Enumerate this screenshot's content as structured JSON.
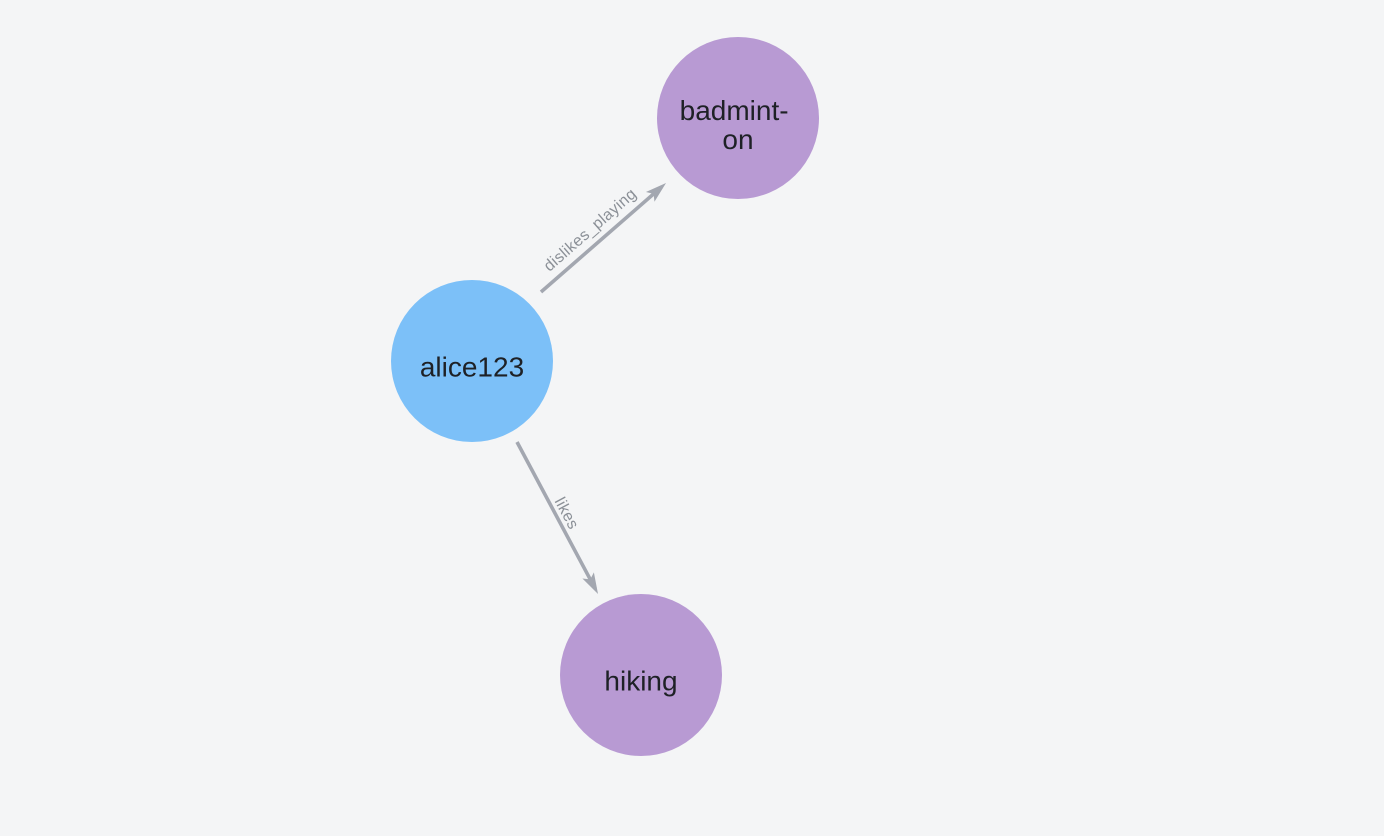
{
  "canvas": {
    "background": "#f4f5f6"
  },
  "graph": {
    "style": {
      "edge_color": "#a3a7b0",
      "edge_caption_color": "#8b9097",
      "node_caption_color": "#1e2126",
      "person_node_color": "#7cc0f8",
      "hobby_node_color": "#b89ad3"
    },
    "nodes": [
      {
        "id": "alice123",
        "caption": "alice123",
        "color": "#7cc0f8"
      },
      {
        "id": "badminton",
        "caption": "badminton",
        "lines": [
          "badmint-",
          "on"
        ],
        "color": "#b89ad3"
      },
      {
        "id": "hiking",
        "caption": "hiking",
        "color": "#b89ad3"
      }
    ],
    "edges": [
      {
        "label": "dislikes_playing",
        "from": "alice123",
        "to": "badminton"
      },
      {
        "label": "likes",
        "from": "alice123",
        "to": "hiking"
      }
    ]
  }
}
